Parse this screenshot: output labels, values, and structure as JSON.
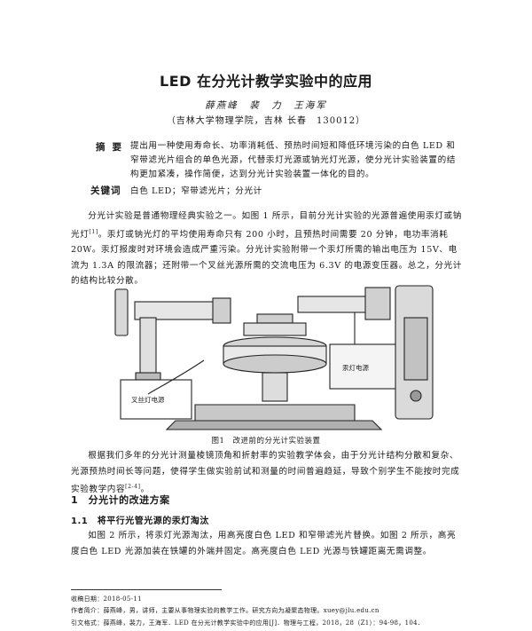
{
  "paper": {
    "title": "LED 在分光计教学实验中的应用",
    "authors": "薛燕峰　裴　力　王海军",
    "affiliation": "（吉林大学物理学院，吉林 长春　130012）",
    "abstract_label": "摘要",
    "abstract": "提出用一种使用寿命长、功率消耗低、预热时间短和降低环境污染的白色 LED 和窄带滤光片组合的单色光源，代替汞灯光源或钠光灯光源，使分光计实验装置的结构更加紧凑，操作简便，达到分光计实验装置一体化的目的。",
    "keywords_label": "关键词",
    "keywords": "白色 LED；窄带滤光片；分光计",
    "intro_text": "分光计实验是普通物理经典实验之一。如图 1 所示，目前分光计实验的光源普遍使用汞灯或钠光灯",
    "intro_ref": "[1]",
    "intro_rest": "。汞灯或钠光灯的平均使用寿命只有 200 小时，且预热时间需要 20 分钟，电功率消耗 20W。汞灯报废时对环境会造成严重污染。分光计实验附带一个汞灯所需的输出电压为 15V、电流为 1.3A 的限流器；还附带一个叉丝光源所需的交流电压为 6.3V 的电源变压器。总之，分光计的结构比较分散。",
    "figure_label_left": "叉丝灯电源",
    "figure_label_right": "汞灯电源",
    "figure_caption": "图1　改进前的分光计实验装置",
    "para2_text": "根据我们多年的分光计测量棱镜顶角和折射率的实验教学体会，由于分光计结构分散和复杂、光源预热时间长等问题，使得学生做实验前试和测量的时间普遍趋延，导致个别学生不能按时完成实验教学内容",
    "para2_ref": "[2-4]",
    "para2_end": "。",
    "section1": "1　分光计的改进方案",
    "section1_1": "1.1　将平行光管光源的汞灯淘汰",
    "para3": "如图 2 所示，将汞灯光源淘汰，用高亮度白色 LED 和窄带滤光片替换。如图 2 所示，高亮度白色 LED 光源加装在铁罐的外端并固定。高亮度白色 LED 光源与铁罐距离无需调整。",
    "footnote_received": "收稿日期：2018-05-11",
    "footnote_author": "作者简介：薛燕峰，男，讲师，主要从事物理实验的教学工作。研究方向为凝聚态物理。xuey@jlu.edu.cn",
    "footnote_cite": "引文格式：薛燕峰，裴力，王海军．LED 在分光计教学实验中的应用[J]．物理与工程，2018，28（Z1）：94-98，104．"
  }
}
